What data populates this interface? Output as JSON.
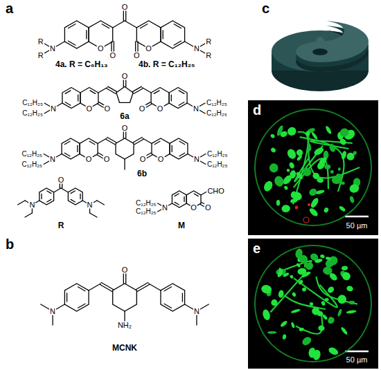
{
  "diagram": {
    "labels": [
      "a",
      "O",
      "R",
      "N",
      "R",
      "O",
      "O",
      "O",
      "O",
      "N",
      "R",
      "R",
      "4a. R = C₆H₁₃",
      "4b. R = C₁₂H₂₅",
      "O",
      "C₁₂H₂₅",
      "N",
      "C₁₂H₂₅",
      "O",
      "O",
      "O",
      "O",
      "N",
      "C₁₂H₂₅",
      "C₁₂H₂₅",
      "6a",
      "O",
      "C₁₂H₂₅",
      "N",
      "C₁₂H₂₅",
      "O",
      "O",
      "O",
      "O",
      "N",
      "C₁₂H₂₅",
      "C₁₂H₂₅",
      "6b",
      "O",
      "N",
      "N",
      "R",
      "C₁₂H₂₅",
      "N",
      "C₁₂H₂₅",
      "O",
      "O",
      "CHO",
      "M",
      "b",
      "O",
      "N",
      "N",
      "NH₂",
      "MCNK",
      "c",
      "d",
      "50 µm",
      "e",
      "50 µm"
    ]
  }
}
